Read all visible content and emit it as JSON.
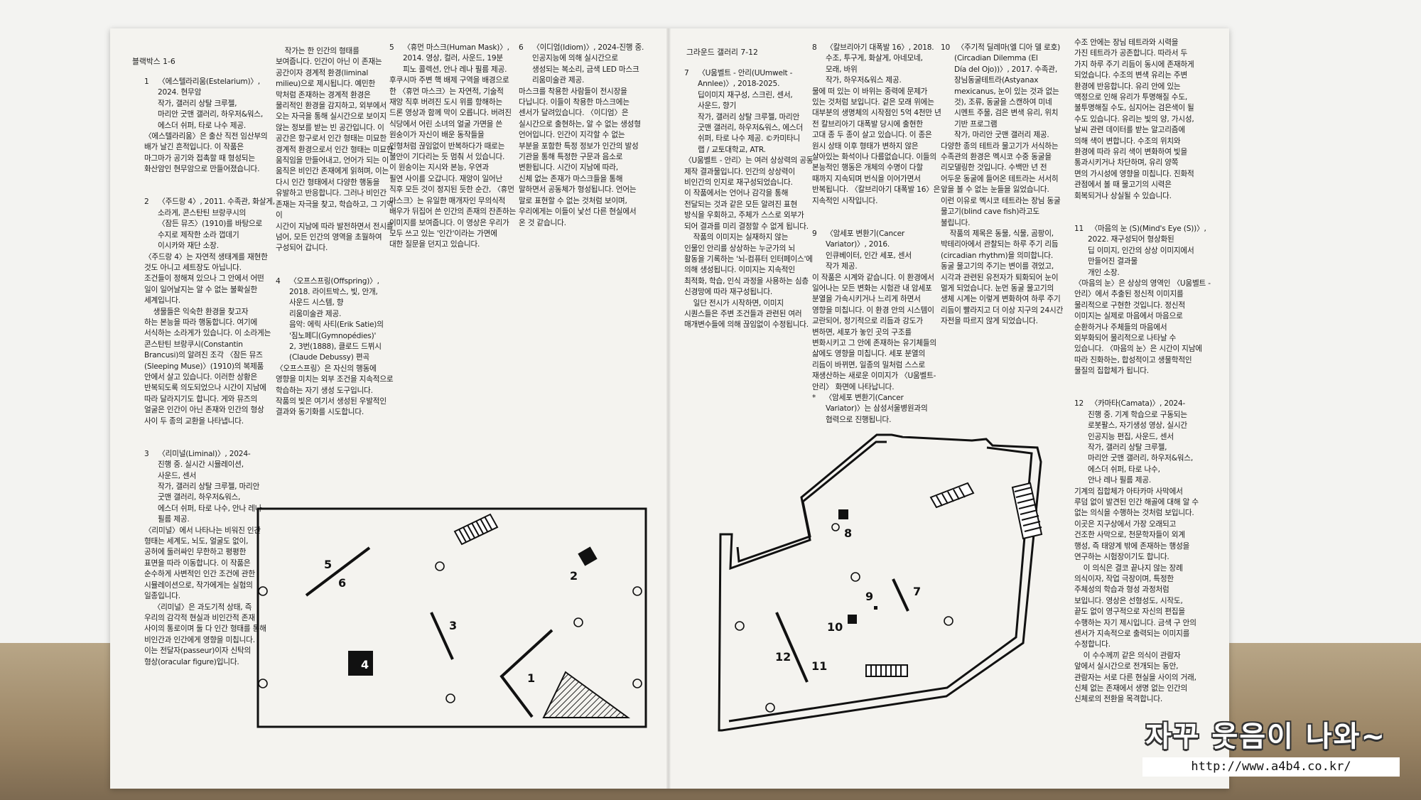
{
  "left_page": {
    "section_title": "블랙박스  1-6",
    "col1": "1    〈에스텔라리움(Estelarium)〉,\n      2024. 현무암\n      작가, 갤러리 상탈 크루젤,\n      마리안 굿맨 갤러리, 하우저&워스,\n      에스더 쉬퍼, 타로 나수 제공.\n〈에스텔라리움〉은 출산 직전 임산부의\n배가 날긴 흔적입니다. 이 작품은\n마그마가 공기와 접촉할 때 형성되는\n화산암인 현무암으로 만들어졌습니다.\n\n\n2    〈주드랑 4〉, 2011. 수족관, 화살게,\n      소라게, 콘스탄틴 브랑쿠시의\n      〈잠든 뮤즈〉(1910)를 바탕으로\n      수지로 제작한 소라 껍데기\n      이시카와 재단 소장.\n〈주드랑 4〉는 자연적 생태계를 재현한\n것도 아니고 세트장도 아닙니다.\n조건들이 정해져 있으나 그 안에서 어떤\n일이 일어날지는 알 수 없는 불확실한\n세계입니다.\n    생물들은 익숙한 환경을 찾고자\n하는 본능을 따라 행동합니다. 여기에\n서식하는 소라게가 있습니다. 이 소라게는\n콘스탄틴 브랑쿠시(Constantin\nBrancusi)의 알려진 조각 〈잠든 뮤즈\n(Sleeping Muse)〉(1910)의 복제품\n안에서 살고 있습니다. 이러한 상황은\n반복되도록 의도되었으나 시간이 지남에\n따라 달라지기도 합니다. 게와 뮤즈의\n얼굴은 인간이 아닌 존재와 인간의 형상\n사이 두 종의 교환을 나타냅니다.\n\n\n3    〈리미널(Liminal)〉, 2024-\n      진행 중. 실시간 시뮬레이션,\n      사운드, 센서\n      작가, 갤러리 상탈 크루젤, 마리안\n      굿맨 갤러리, 하우저&워스,\n      에스더 쉬퍼, 타로 나수, 안나 레나\n      필름 제공.\n〈리미널〉에서 나타나는 비워진 인간\n형태는 세계도, 뇌도, 얼굴도 없이,\n공허에 둘러싸인 무한하고 평평한\n표면을 따라 이동합니다. 이 작품은\n순수하게 사변적인 인간 조건에 관한\n시뮬레이션으로, 작가에게는 실험의\n일종입니다.\n    〈리미널〉은 과도기적 상태, 즉\n우리의 감각적 현실과 비인간적 존재\n사이의 통로이며 둘 다 인간 형태를 통해\n비인간과 인간에게 영향을 미칩니다.\n이는 전달자(passeur)이자 신탁의\n형상(oracular figure)입니다.",
    "col2": "    작가는 한 인간의 형태를\n보여줍니다. 인간이 아닌 이 존재는\n공간이자 경계적 환경(liminal\nmilieu)으로 제시됩니다. 예민한\n막처럼 존재하는 경계적 환경은\n물리적인 환경을 감지하고, 외부에서\n오는 자극을 통해 실시간으로 보이지\n않는 정보를 받는 빈 공간입니다. 이\n공간은 항구로서 인간 형태는 미묘한\n경계적 환경으로서 인간 형태는 미묘한\n움직임을 만들어내고, 언어가 되는 이\n움직은 비인간 존재에게 읽혀며, 이는\n다시 인간 형태에서 다양한 행동을\n유발하고 반응합니다. 그러나 비인간\n존재는 자극을 찾고, 학습하고, 그 기억이\n시간이 지남에 따라 발전하면서 전시를\n넘어, 모든 인간의 영역을 초월하여\n구성되어 갑니다.\n\n\n4    〈오프스프링(Offspring)〉,\n      2018. 라이트박스, 빛, 안개,\n      사운드 시스템, 향\n      리움미술관 제공.\n      음악: 에릭 사티(Erik Satie)의\n      '짐노페디(Gymnopédies)'\n      2, 3번(1888), 클로드 드뷔시\n      (Claude Debussy) 편곡\n〈오프스프링〉은 자신의 행동에\n영향을 미치는 외부 조건을 지속적으로\n학습하는 자기 생성 도구입니다.\n작품의 빛은 여기서 생성된 우발적인\n결과와 동기화를 시도합니다.",
    "col3": "5    〈휴먼 마스크(Human Mask)〉,\n      2014. 영상, 컬러, 사운드, 19분\n      피노 콜렉션, 안나 레나 필름 제공.\n후쿠시마 주변 핵 배제 구역을 배경으로\n한 〈휴먼 마스크〉는 자연적, 기술적\n재앙 직후 버려진 도시 위를 항해하는\n드론 영상과 함께 막이 오릅니다. 버려진\n식당에서 어린 소녀의 얼굴 가면을 쓴\n원숭이가 자신이 배운 동작들을\n인형처럼 끊임없이 반복하다가 때로는\n불안이 기다리는 듯 멈춰 서 있습니다.\n이 원숭이는 지시와 본능, 우연과\n필연 사이를 오갑니다. 재앙이 일어난\n직후 모든 것이 정지된 듯한 순간, 〈휴먼\n마스크〉는 유일한 매개자인 무의식적\n배우가 뒤집어 쓴 인간의 존재의 잔존하는\n이미지를 보여줍니다. 이 영상은 우리가\n모두 쓰고 있는 '인간'이라는 가면에\n대한 질문을 던지고 있습니다.",
    "col4": "6    〈이디엄(Idiom)〉, 2024-진행 중.\n      인공지능에 의해 실시간으로\n      생성되는 복소리, 금색 LED 마스크\n      리움미술관 제공.\n마스크를 착용한 사람들이 전시장을\n다닙니다. 이들이 착용한 마스크에는\n센서가 달려있습니다. 〈이디엄〉은\n실시간으로 출현하는, 알 수 없는 생성형\n언어입니다. 인간이 지각할 수 없는\n부분을 포함한 특정 정보가 인간의 발성\n기관을 통해 특정한 구문과 음소로\n변환됩니다. 시간이 지남에 따라,\n신체 없는 존재가 마스크들을 통해\n말하면서 공동체가 형성됩니다. 언어는\n말로 표현할 수 없는 것처럼 보이며,\n우리에게는 이들이 낯선 다른 현실에서\n온 것 같습니다."
  },
  "right_page": {
    "section_title": "그라운드 갤러리  7-12",
    "col1": "7    〈U움벨트 - 안리(UUmwelt -\n      Annlee)〉, 2018-2025.\n      딥이미지 재구성, 스크린, 센서,\n      사운드, 향기\n      작가, 갤러리 상탈 크루젤, 마리안\n      굿맨 갤러리, 하우저&워스, 에스더\n      쉬퍼, 타로 나수 제공. ©카미타니\n      랩 / 교토대학교, ATR.\n〈U움벨트 - 안리〉는 여러 상상력의 공동\n제작 결과물입니다. 인간의 상상력이\n비인간의 인지로 재구성되었습니다.\n이 작품에서는 언어나 감각을 통해\n전달되는 것과 같은 모든 알려진 표현\n방식을 우회하고, 주체가 스스로 외부가\n되어 결과를 미리 결정할 수 없게 됩니다.\n    작품의 이미지는 실재하지 않는\n인물인 안리를 상상하는 누군가의 뇌\n활동을 기록하는 '뇌-컴퓨터 인터페이스'에\n의해 생성됩니다. 이미지는 지속적인\n최적화, 학습, 인식 과정을 사용하는 심층\n신경망에 따라 재구성됩니다.\n    일단 전시가 시작하면, 이미지\n시퀀스들은 주변 조건들과 관련된 여러\n매개변수들에 의해 끊임없이 수정됩니다.",
    "col2": "8    〈칼브리아기 대폭발 16〉, 2018.\n      수조, 투구게, 화살게, 아네모네,\n      모래, 바위\n      작가, 하우저&워스 제공.\n물에 떠 있는 이 바위는 중력에 문제가\n있는 것처럼 보입니다. 겉은 모래 위에는\n대부분의 생명체의 시작점인 5억 4천만 년\n전 칼브리아기 대폭발 당시에 출현한\n고대 종 두 종이 살고 있습니다. 이 종은\n원시 상태 이후 형태가 변하지 않은\n살아있는 화석이나 다름없습니다. 이들의\n본능적인 행동은 개체의 수명이 다할\n때까지 지속되며 번식을 이어가면서\n반복됩니다. 〈칼브리아기 대폭발 16〉은\n지속적인 시작입니다.\n\n\n9    〈암세포 변환기(Cancer\n      Variator)〉, 2016.\n      인큐베이터, 인간 세포, 센서\n      작가 제공.\n이 작품은 시계와 같습니다. 이 환경에서\n일어나는 모든 변화는 시험관 내 암세포\n분열을 가속시키거나 느리게 하면서\n영향을 미칩니다. 이 환경 안의 시스템이\n교란되어, 정기적으로 리듬과 강도가\n변하면, 세포가 놓인 곳의 구조를\n변화시키고 그 안에 존재하는 유기체들의\n삶에도 영향을 미칩니다. 세포 분열의\n리듬이 바뀌면, 일종의 밀처럼 스스로\n재생산하는 새로운 이미지가 〈U움벨트-\n안리〉 화면에 나타납니다.\n*    〈암세포 변환기(Cancer\n      Variator)〉는 삼성서울병원과의\n      협력으로 진행됩니다.",
    "col3": "10   〈주기적 딜레마(엘 디아 델 로호)\n      (Circadian Dilemma (El\n      Día del Ojo))〉, 2017. 수족관,\n      장님동굴테트라(Astyanax\n      mexicanus, 눈이 있는 것과 없는\n      것), 조류, 동굴을 스캔하여 미네\n      시멘트 주물, 검은 변색 유리, 위치\n      기반 프로그램\n      작가, 마리안 굿맨 갤러리 제공.\n다양한 종의 테트라 물고기가 서식하는\n수족관의 환경은 멕시코 수중 동굴을\n리모델링한 것입니다. 수백만 년 전\n어두운 동굴에 들어온 테트라는 서서히\n앞을 볼 수 없는 눈들을 잃었습니다.\n이런 이유로 멕시코 테트라는 장님 동굴\n물고기(blind cave fish)라고도\n불립니다.\n    작품의 제목은 동물, 식물, 곰팡이,\n박테리아에서 관찰되는 하루 주기 리듬\n(circadian rhythm)을 의미합니다.\n동굴 물고기의 주기는 변이를 겪었고,\n시각과 관련된 유전자가 퇴화되어 눈이\n멀게 되었습니다. 눈먼 동굴 물고기의\n생체 시계는 이렇게 변화하여 하루 주기\n리듬이 빨라지고 더 이상 지구의 24시간\n자전을 따르지 않게 되었습니다.",
    "col4": "수조 안에는 장님 테트라와 시력을\n가진 테트라가 공존합니다. 따라서 두\n가지 하루 주기 리듬이 동시에 존재하게\n되었습니다. 수조의 변색 유리는 주변\n환경에 반응합니다. 유리 안에 있는\n액정으로 인해 유리가 투명해질 수도,\n불투명해질 수도, 심지어는 검은색이 될\n수도 있습니다. 유리는 빛의 양, 가시성,\n날씨 관련 데이터를 받는 알고리즘에\n의해 색이 변합니다. 수조의 위치와\n환경에 따라 유리 색이 변화하여 빛을\n통과시키거나 차단하며, 유리 양쪽\n면의 가시성에 영향을 미칩니다. 진화적\n관점에서 볼 때 물고기의 시력은\n회복되거나 상실될 수 있습니다.\n\n\n11   〈마음의 눈 (S)(Mind's Eye (S))〉,\n      2022. 재구성되어 형상화된\n      딥 이미지, 인간의 상상 이미지에서\n      만들어진 결과물\n      개인 소장.\n〈마음의 눈〉은 상상의 영역인 〈U움벨트 -\n안리〉에서 추출된 정신적 이미지를\n물리적으로 구현한 것입니다. 정신적\n이미지는 실제로 마음에서 마음으로\n순환하거나 주체들의 마음에서\n외부화되어 물리적으로 나타날 수\n있습니다. 〈마음의 눈〉은 시간이 지남에\n따라 진화하는, 합성적이고 생물학적인\n물질의 집합체가 됩니다.\n\n\n12   〈카마타(Camata)〉, 2024-\n      진행 중. 기계 학습으로 구동되는\n      로봇팔스, 자기생성 영상, 실시간\n      인공지능 편집, 사운드, 센서\n      작가, 갤러리 상탈 크루젤,\n      마리안 굿맨 갤러리, 하우저&워스,\n      에스더 쉬퍼, 타로 나수,\n      안나 레나 필름 제공.\n기계의 집합체가 아타카마 사막에서\n루덤 없이 발견된 인간 해골에 대해 알 수\n없는 의식을 수행하는 것처럼 보입니다.\n이곳은 지구상에서 가장 오래되고\n건조한 사막으로, 천문학자들이 외계\n행성, 즉 태양계 밖에 존재하는 행성을\n연구하는 시험장이기도 합니다.\n    이 의식은 결코 끝나지 않는 장례\n의식이자, 작업 극장이며, 특정한\n주체성의 학습과 형성 과정처럼\n보입니다. 영상은 선형성도, 시작도,\n끝도 없이 영구적으로 자신의 편집을\n수행하는 자기 제시입니다. 금색 구 안의\n센서가 지속적으로 출력되는 이미지를\n수정합니다.\n    이 수수께끼 같은 의식이 관람자\n앞에서 실시간으로 전개되는 동안,\n관람자는 서로 다른 현실을 사이의 거래,\n신체 없는 존재에서 생명 없는 인간의\n신체로의 전환을 목격합니다."
  },
  "map_labels": {
    "left": [
      "1",
      "2",
      "3",
      "4",
      "5",
      "6"
    ],
    "right": [
      "7",
      "8",
      "9",
      "10",
      "11",
      "12"
    ]
  },
  "watermark": {
    "text": "자꾸 웃음이 나와~",
    "url": "http://www.a4b4.co.kr/"
  }
}
